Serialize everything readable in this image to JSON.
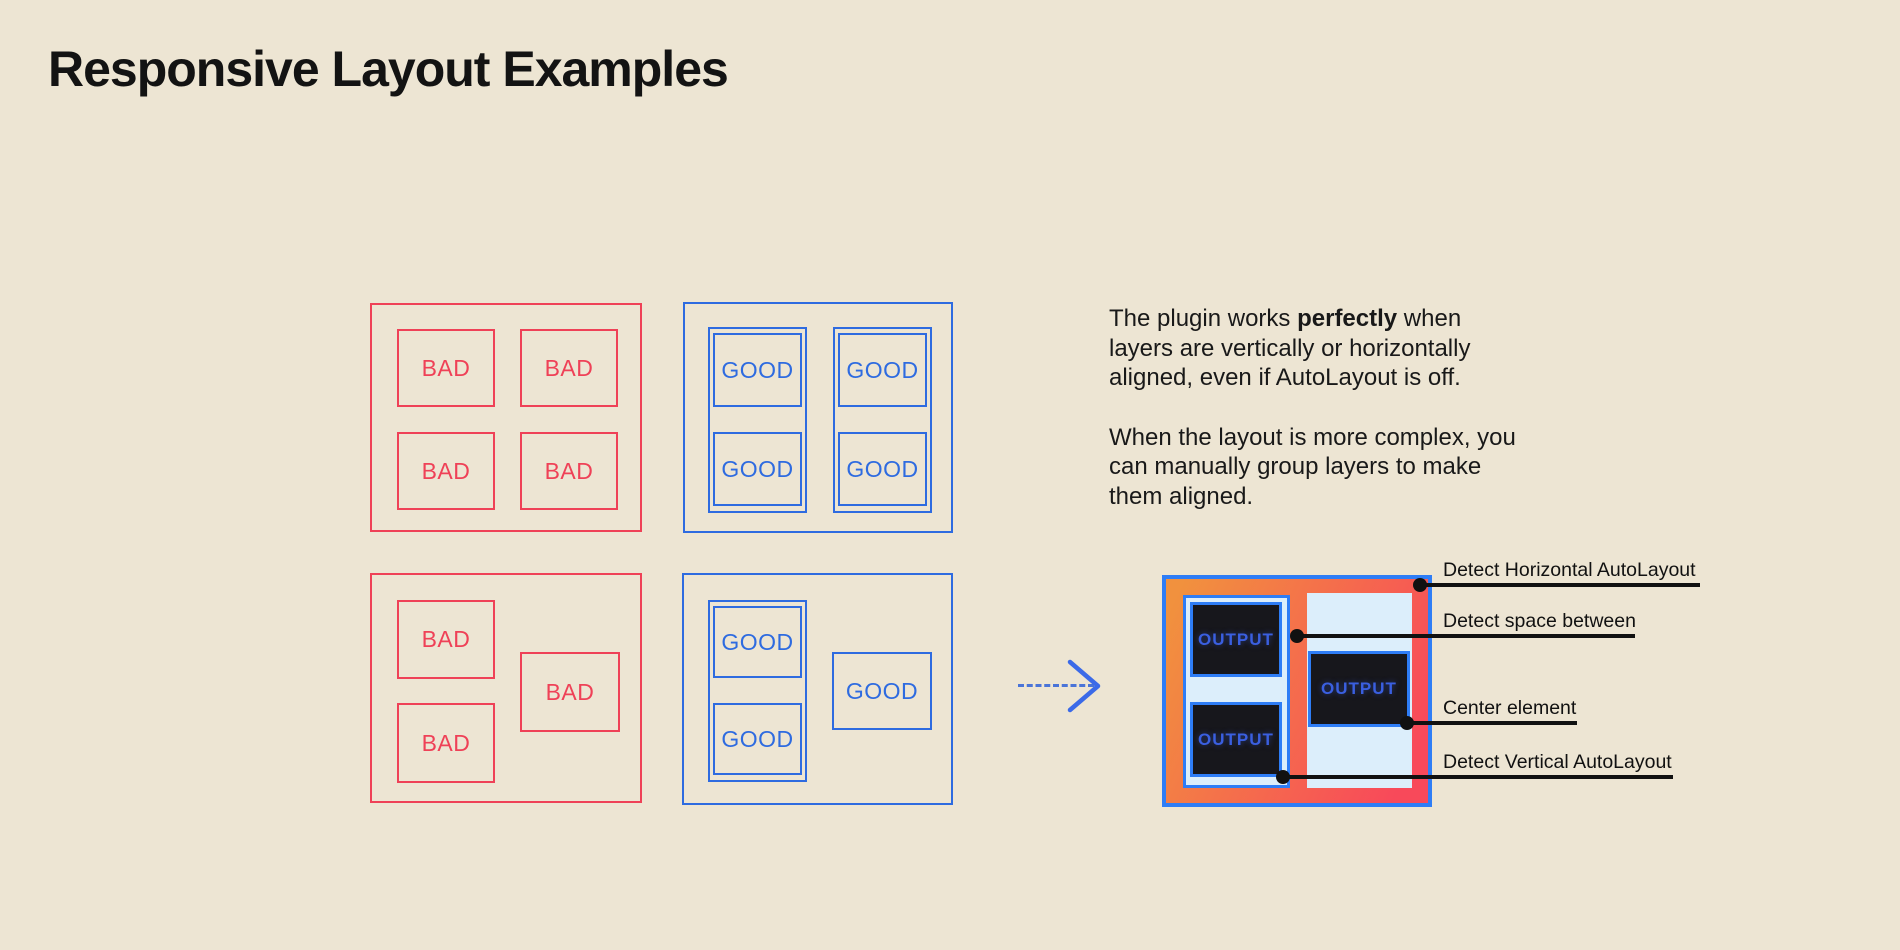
{
  "title": "Responsive Layout Examples",
  "labels": {
    "bad": "BAD",
    "good": "GOOD",
    "output": "OUTPUT"
  },
  "description": {
    "p1_before": "The plugin works ",
    "p1_bold": "perfectly",
    "p1_after": " when\nlayers are vertically or horizontally\naligned, even if AutoLayout is off.",
    "p2": "When the layout is more complex, you\ncan manually group layers to make\nthem aligned."
  },
  "annotations": [
    {
      "label": "Detect Horizontal AutoLayout"
    },
    {
      "label": "Detect space between"
    },
    {
      "label": "Center element"
    },
    {
      "label": "Detect Vertical AutoLayout"
    }
  ],
  "colors": {
    "background": "#ede5d3",
    "bad": "#ef4157",
    "good": "#2e6be0",
    "good_bright": "#2e7df6",
    "panel_light": "#dceefb",
    "output_dark": "#17171c",
    "output_text": "#3a5fe0",
    "gradient_start": "#f1913e",
    "gradient_end": "#f8495a",
    "arrow_line": "#4a74d8",
    "arrow_head": "#3b6ae8",
    "annotation": "#111111",
    "text": "#191919"
  }
}
